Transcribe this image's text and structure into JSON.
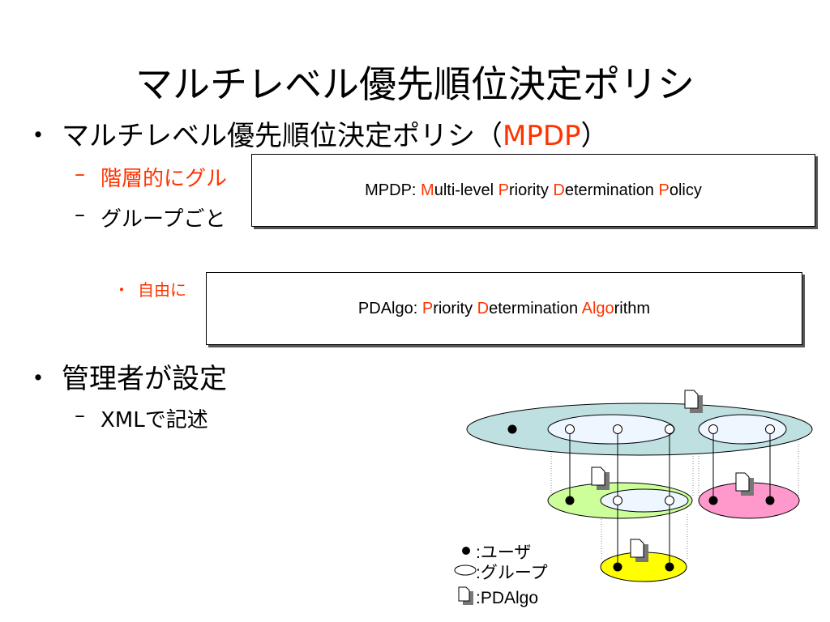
{
  "title": "マルチレベル優先順位決定ポリシ",
  "bullets": {
    "b1_marker": "・",
    "b1_text": "マルチレベル優先順位決定ポリシ（",
    "b1_accent": "MPDP",
    "b1_close": "）",
    "sub1_dash": "–",
    "sub1_text": "階層的にグル",
    "sub2_dash": "–",
    "sub2_text": "グループごと",
    "sub3_dot": "・",
    "sub3_text": "自由に",
    "b2_marker": "・",
    "b2_text": "管理者が設定",
    "sub4_dash": "–",
    "sub4_text": "XMLで記述"
  },
  "callouts": {
    "mpdp": {
      "prefix": "MPDP: ",
      "parts": [
        {
          "t": "M",
          "c": "red"
        },
        {
          "t": "ulti-level ",
          "c": "black"
        },
        {
          "t": "P",
          "c": "red"
        },
        {
          "t": "riority ",
          "c": "black"
        },
        {
          "t": "D",
          "c": "red"
        },
        {
          "t": "etermination ",
          "c": "black"
        },
        {
          "t": "P",
          "c": "red"
        },
        {
          "t": "olicy",
          "c": "black"
        }
      ]
    },
    "pdalgo": {
      "prefix": "PDAlgo: ",
      "parts": [
        {
          "t": "P",
          "c": "red"
        },
        {
          "t": "riority ",
          "c": "black"
        },
        {
          "t": "D",
          "c": "red"
        },
        {
          "t": "etermination ",
          "c": "black"
        },
        {
          "t": "Algo",
          "c": "red"
        },
        {
          "t": "rithm",
          "c": "black"
        }
      ]
    }
  },
  "legend": {
    "user": ":ユーザ",
    "group": ":グループ",
    "pdalgo": ":PDAlgo"
  },
  "colors": {
    "accent": "#ff3300",
    "top_group": "#bfe0e0",
    "green_group": "#ccff99",
    "pink_group": "#ff99cc",
    "yellow_group": "#ffff00",
    "sub_group": "#eef7ff"
  }
}
